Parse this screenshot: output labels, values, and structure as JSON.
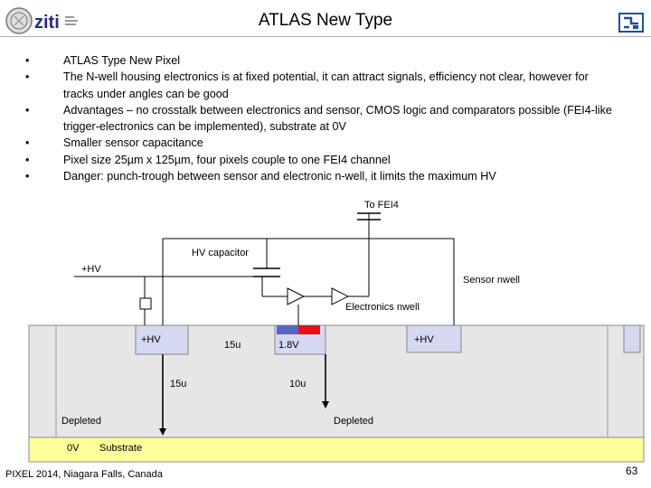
{
  "header": {
    "title": "ATLAS New Type",
    "logo_left_text": "ziti",
    "logo_left_icon": "university-seal-icon",
    "logo_right_icon": "institute-logo-icon"
  },
  "bullets": [
    "ATLAS Type New Pixel",
    "The N-well housing electronics is at fixed potential, it can attract signals, efficiency not clear, however for tracks under angles can be good",
    "Advantages – no crosstalk between electronics and sensor, CMOS logic and comparators possible (FEI4-like trigger-electronics can be implemented), substrate at 0V",
    "Smaller sensor capacitance",
    "Pixel size 25µm x 125µm, four pixels couple to one FEI4 channel",
    "Danger: punch-trough between sensor and electronic n-well, it limits the maximum HV"
  ],
  "bullet_symbol": "•",
  "diagram": {
    "to_fei4": "To FEI4",
    "hv_capacitor": "HV capacitor",
    "hv_left": "+HV",
    "sensor_nwell": "Sensor nwell",
    "electronics_nwell": "Electronics nwell",
    "hv_well_left": "+HV",
    "hv_well_right": "+HV",
    "dim_15u_a": "15u",
    "dim_15u_b": "15u",
    "dim_10u": "10u",
    "v_1_8": "1.8V",
    "depleted_left": "Depleted",
    "depleted_right": "Depleted",
    "substrate_0v": "0V",
    "substrate": "Substrate",
    "colors": {
      "sensor_grey": "#e6e6e6",
      "nwell_blue": "#d4d8f0",
      "pmos_blue": "#5a64c8",
      "nmos_red": "#e8101a",
      "substrate_yellow": "#ffff99"
    }
  },
  "footer": {
    "conference": "PIXEL 2014, Niagara Falls, Canada",
    "page": "63"
  }
}
